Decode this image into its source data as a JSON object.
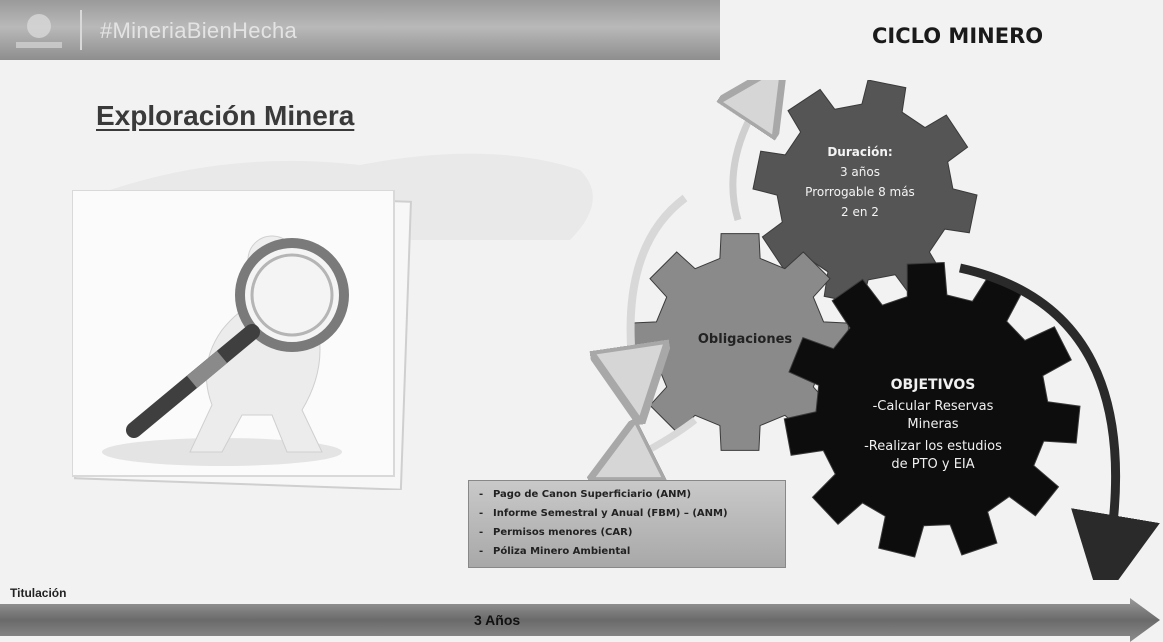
{
  "header": {
    "hashtag": "#MineriaBienHecha",
    "cycle_title": "CICLO MINERO"
  },
  "stage_title": "Exploración Minera",
  "gears": {
    "duration": {
      "heading": "Duración:",
      "lines": [
        "3 años",
        "Prorrogable 8 más",
        "2 en 2"
      ]
    },
    "obligations_label": "Obligaciones",
    "objectives": {
      "heading": "OBJETIVOS",
      "items": [
        "-Calcular Reservas Mineras",
        "-Realizar los estudios de PTO y EIA"
      ]
    }
  },
  "obligations_list": [
    "Pago de Canon Superficiario (ANM)",
    "Informe Semestral y Anual (FBM) – (ANM)",
    "Permisos menores (CAR)",
    "Póliza Minero Ambiental"
  ],
  "timeline": {
    "label": "Titulación",
    "duration": "3 Años"
  },
  "colors": {
    "header_bar": "#9a9a9a",
    "duration_gear": "#555555",
    "obligations_gear": "#8a8a8a",
    "objectives_gear": "#0d0d0d",
    "timeline_arrow": "#6e6e6e"
  }
}
